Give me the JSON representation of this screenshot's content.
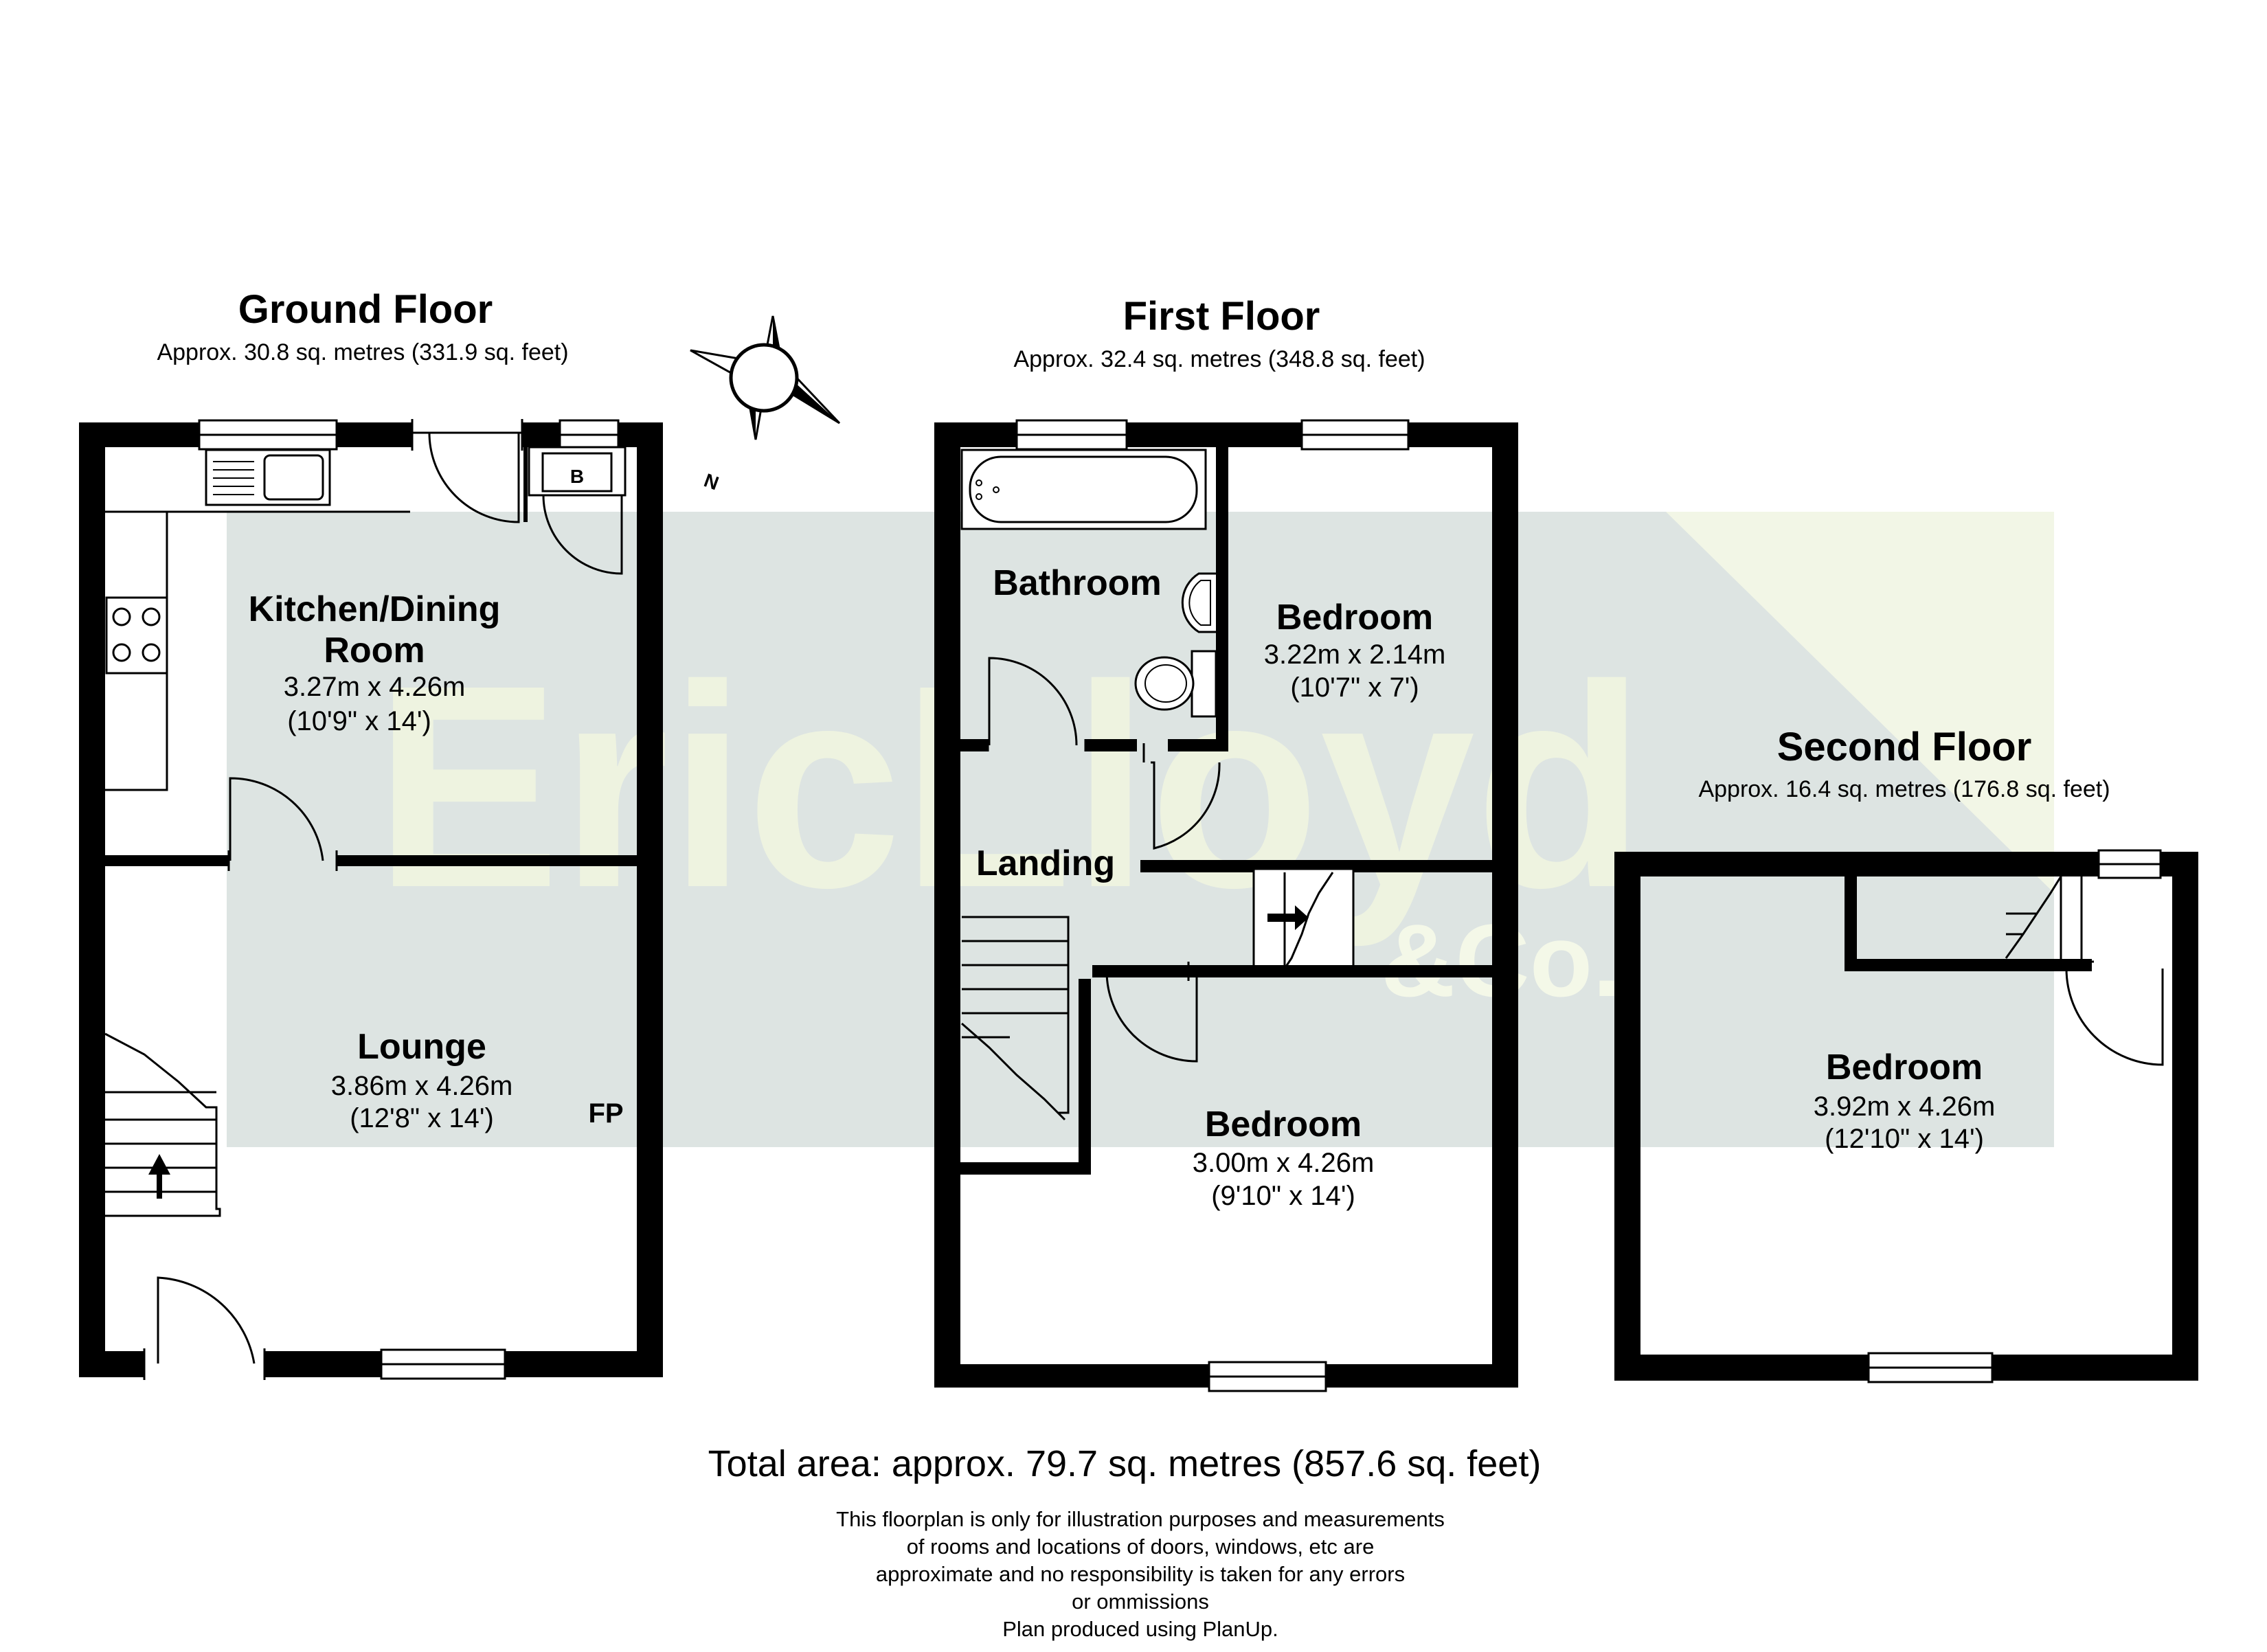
{
  "ground_floor": {
    "title": "Ground Floor",
    "area": "Approx. 30.8 sq. metres (331.9 sq. feet)",
    "rooms": {
      "kitchen": {
        "name_line1": "Kitchen/Dining",
        "name_line2": "Room",
        "dim_m": "3.27m x 4.26m",
        "dim_ft": "(10'9\" x 14')"
      },
      "lounge": {
        "name": "Lounge",
        "dim_m": "3.86m x 4.26m",
        "dim_ft": "(12'8\" x 14')"
      }
    },
    "boiler_label": "B",
    "fireplace_label": "FP"
  },
  "first_floor": {
    "title": "First Floor",
    "area": "Approx. 32.4 sq. metres (348.8 sq. feet)",
    "rooms": {
      "bathroom": {
        "name": "Bathroom"
      },
      "bedroom_small": {
        "name": "Bedroom",
        "dim_m": "3.22m x 2.14m",
        "dim_ft": "(10'7\" x 7')"
      },
      "landing": {
        "name": "Landing"
      },
      "bedroom_main": {
        "name": "Bedroom",
        "dim_m": "3.00m x 4.26m",
        "dim_ft": "(9'10\" x 14')"
      }
    }
  },
  "second_floor": {
    "title": "Second Floor",
    "area": "Approx. 16.4 sq. metres (176.8 sq. feet)",
    "rooms": {
      "bedroom": {
        "name": "Bedroom",
        "dim_m": "3.92m x 4.26m",
        "dim_ft": "(12'10\" x 14')"
      }
    }
  },
  "compass_label": "N",
  "total_area": "Total area: approx. 79.7 sq. metres (857.6 sq. feet)",
  "disclaimer": {
    "line1": "This floorplan is only for illustration purposes and measurements",
    "line2": "of rooms and locations of doors, windows, etc are",
    "line3": "approximate and no responsibility is taken for any errors",
    "line4": "or ommissions",
    "line5": "Plan produced using PlanUp."
  },
  "watermark": {
    "text": "EricLloyd",
    "subtext": "&Co."
  },
  "colors": {
    "wall": "#000000",
    "watermark_bg": "#dde4e2",
    "watermark_text": "#eef3e0",
    "watermark_logo": "#f4f8e8"
  }
}
